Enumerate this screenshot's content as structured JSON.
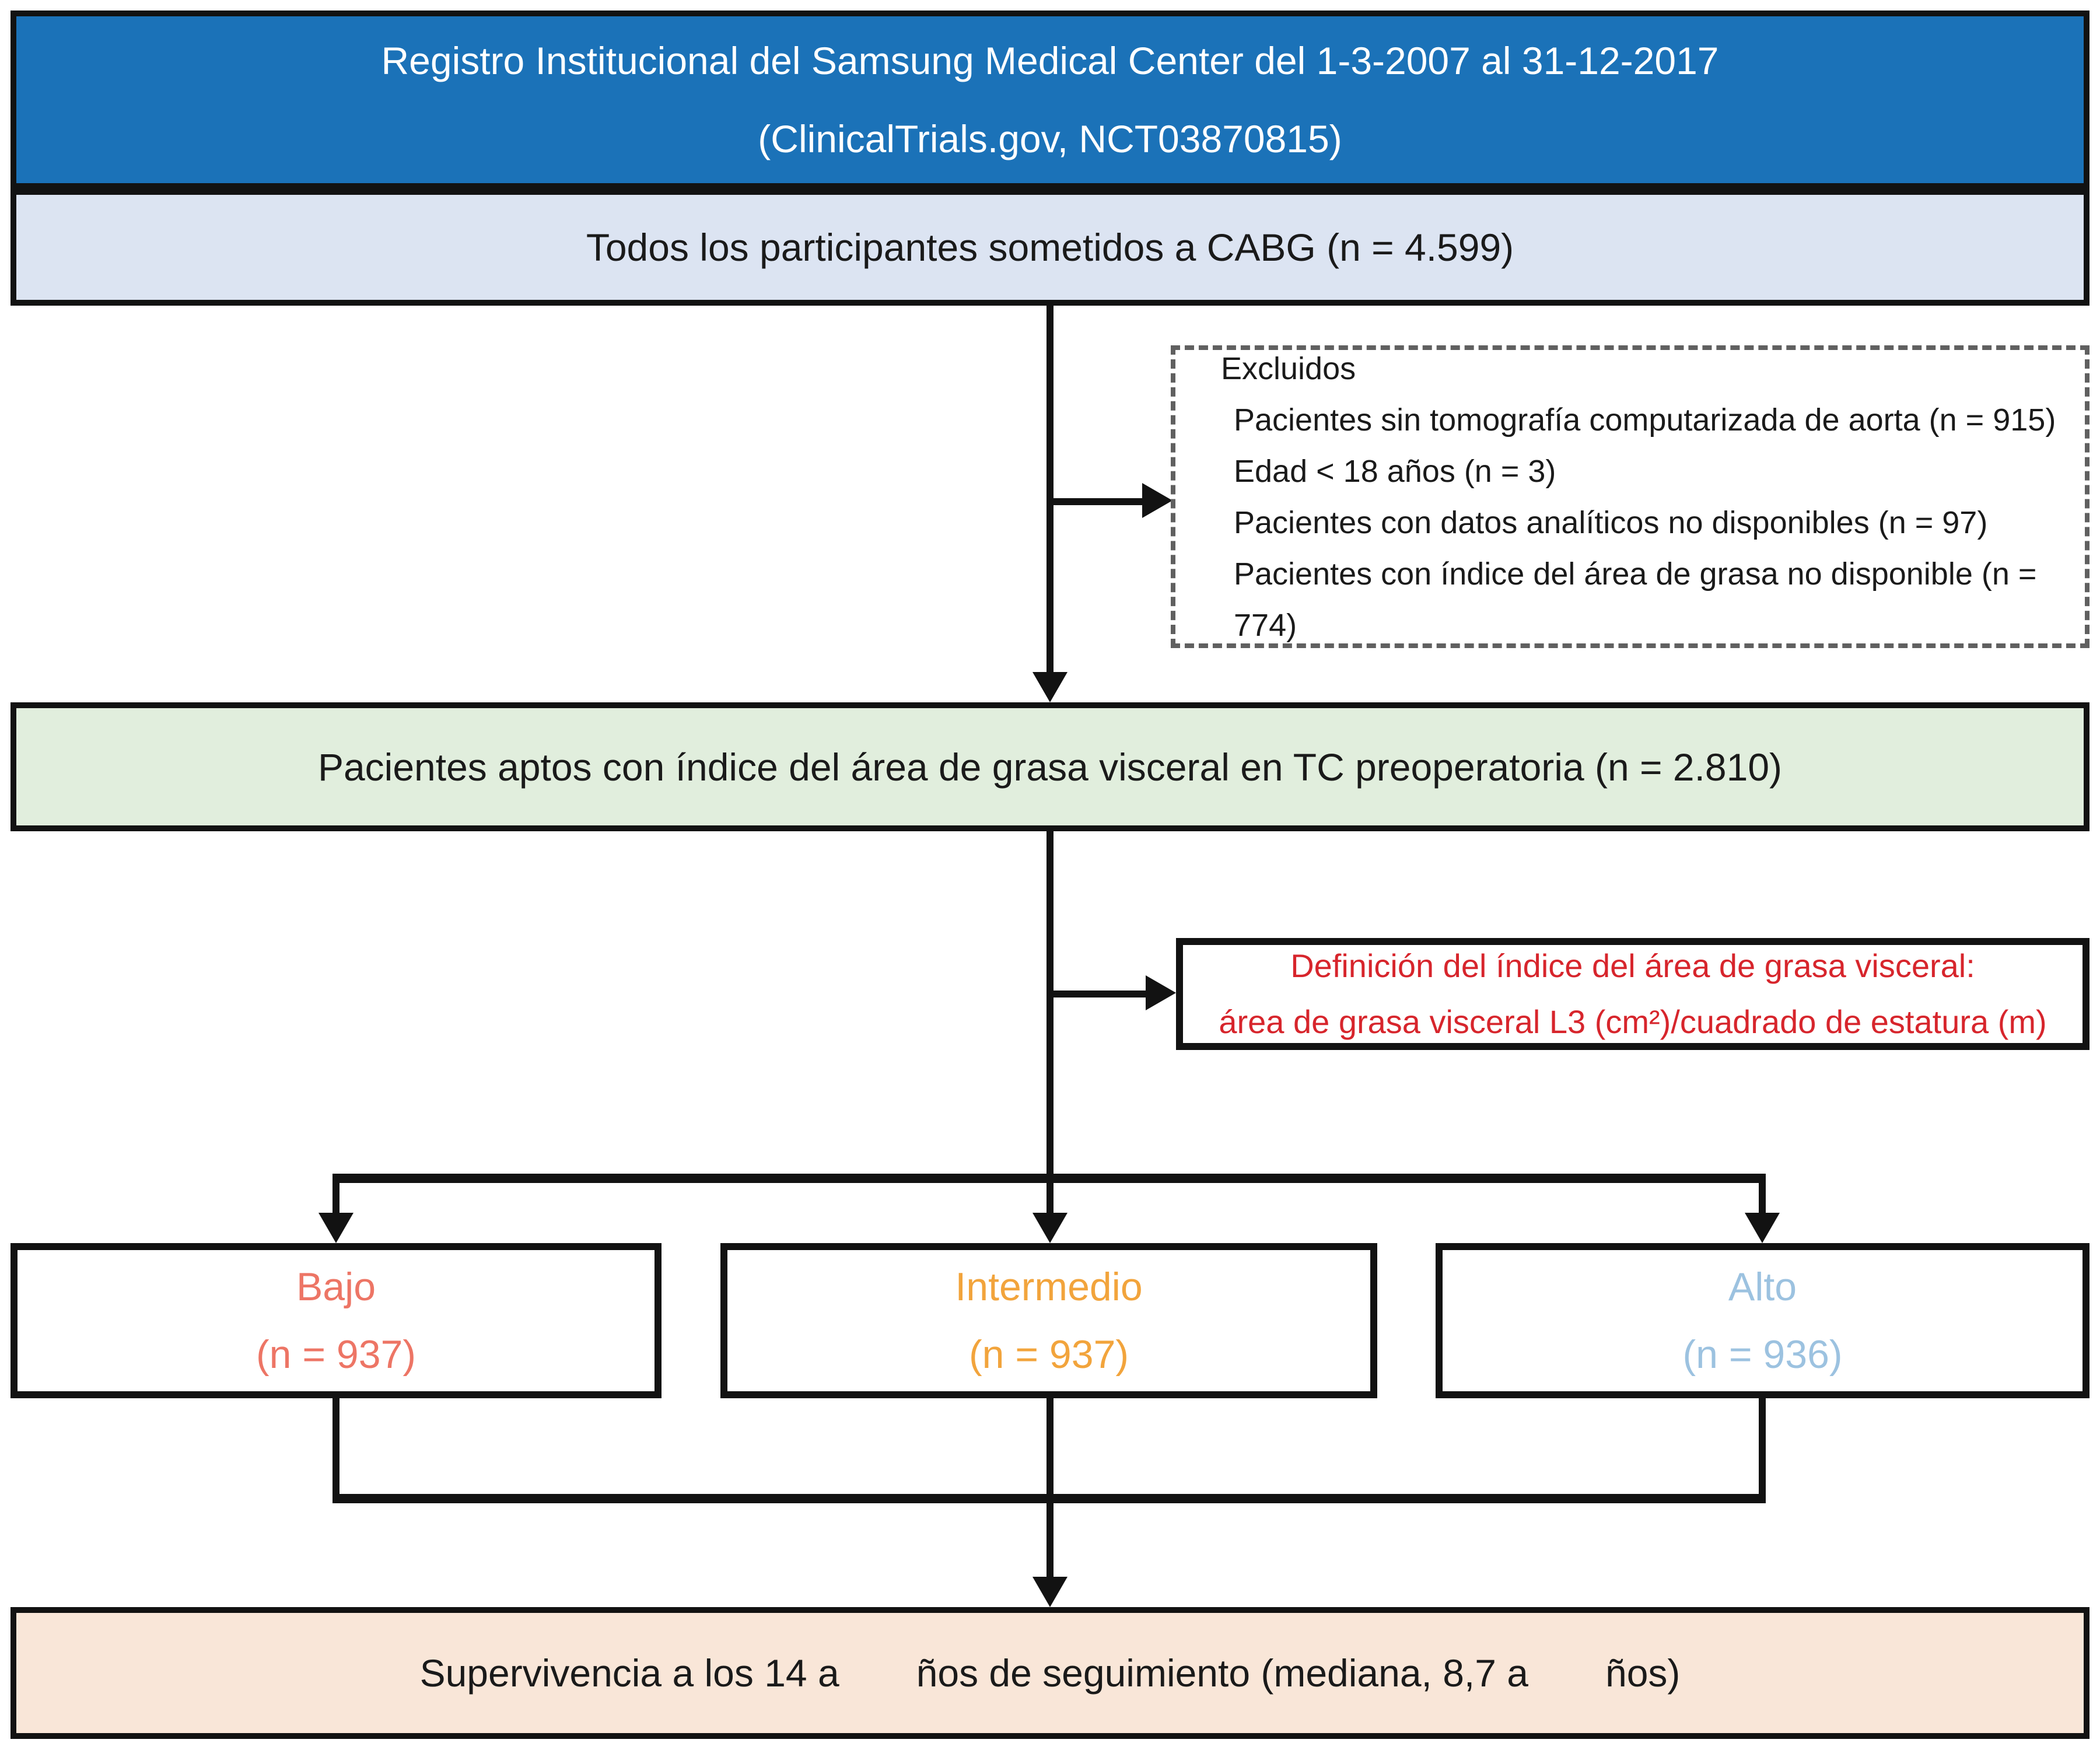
{
  "colors": {
    "title_bg": "#1b72b8",
    "cabg_bg": "#dce4f2",
    "eligible_bg": "#e1eedd",
    "survival_bg": "#f9e6d8",
    "line": "#121212",
    "dashed_border": "#606060",
    "definition_text": "#d7252c",
    "bajo_text": "#ed7565",
    "intermedio_text": "#f2a43c",
    "alto_text": "#9cc2e0"
  },
  "title_box": {
    "line1": "Registro Institucional del Samsung Medical Center del 1-3-2007 al 31-12-2017",
    "line2": "(ClinicalTrials.gov, NCT03870815)"
  },
  "cabg_box": {
    "text": "Todos los participantes sometidos a CABG (n = 4.599)"
  },
  "excluded_box": {
    "title": "Excluidos",
    "items": [
      "Pacientes sin tomografía computarizada de aorta (n = 915)",
      "Edad < 18 años (n = 3)",
      "Pacientes con datos analíticos no disponibles (n = 97)",
      "Pacientes con índice del área de grasa no disponible (n = 774)"
    ]
  },
  "eligible_box": {
    "text": "Pacientes aptos con índice del área de grasa visceral en TC preoperatoria (n = 2.810)"
  },
  "definition_box": {
    "line1": "Definición del índice del área de grasa visceral:",
    "line2": "área de grasa visceral L3 (cm²)/cuadrado de estatura (m)"
  },
  "groups": [
    {
      "label": "Bajo",
      "n": "(n = 937)",
      "color": "#ed7565"
    },
    {
      "label": "Intermedio",
      "n": "(n = 937)",
      "color": "#f2a43c"
    },
    {
      "label": "Alto",
      "n": "(n = 936)",
      "color": "#9cc2e0"
    }
  ],
  "survival_box": {
    "text": "Supervivencia a los 14 a  ños de seguimiento (mediana, 8,7 a  ños)"
  }
}
